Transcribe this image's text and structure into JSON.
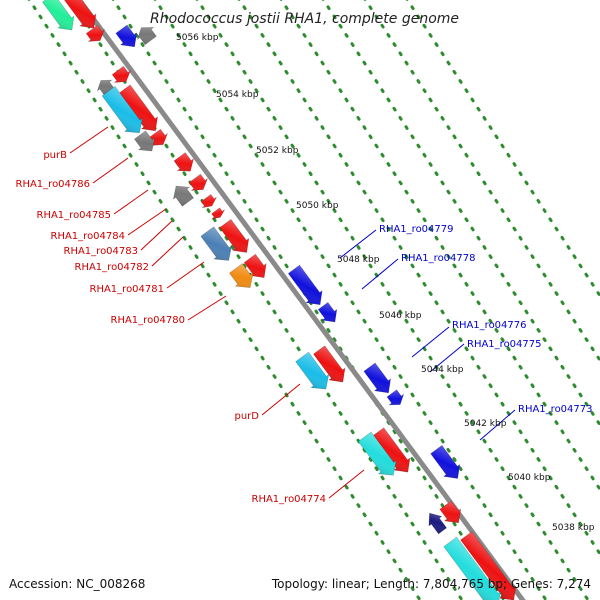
{
  "title": "Rhodococcus jostii RHA1, complete genome",
  "footer": {
    "accession": "Accession: NC_008268",
    "stats": "Topology: linear; Length: 7,804,765 bp; Genes: 7,274"
  },
  "ticks": [
    "5056 kbp",
    "5054 kbp",
    "5052 kbp",
    "5050 kbp",
    "5048 kbp",
    "5046 kbp",
    "5044 kbp",
    "5042 kbp",
    "5040 kbp",
    "5038 kbp"
  ],
  "colors": {
    "backbone": "#8a8a8a",
    "tick_dots": "#2e8b2e",
    "left_label": "#cc0000",
    "right_label": "#0000cc",
    "red_gene": "#ee1111",
    "blue_gene": "#1010dd",
    "cyan_gene": "#19bde8",
    "steel_gene": "#4a7fb5",
    "orange_gene": "#f08a10",
    "gray_gene": "#777777",
    "navy_gene": "#1a1a80",
    "aqua_gene": "#22dddd",
    "green_gene": "#22ee99"
  },
  "left_labels": [
    "purB",
    "RHA1_ro04786",
    "RHA1_ro04785",
    "RHA1_ro04784",
    "RHA1_ro04783",
    "RHA1_ro04782",
    "RHA1_ro04781",
    "RHA1_ro04780",
    "purD",
    "RHA1_ro04774"
  ],
  "right_labels": [
    "RHA1_ro04779",
    "RHA1_ro04778",
    "RHA1_ro04776",
    "RHA1_ro04775",
    "RHA1_ro04773"
  ]
}
